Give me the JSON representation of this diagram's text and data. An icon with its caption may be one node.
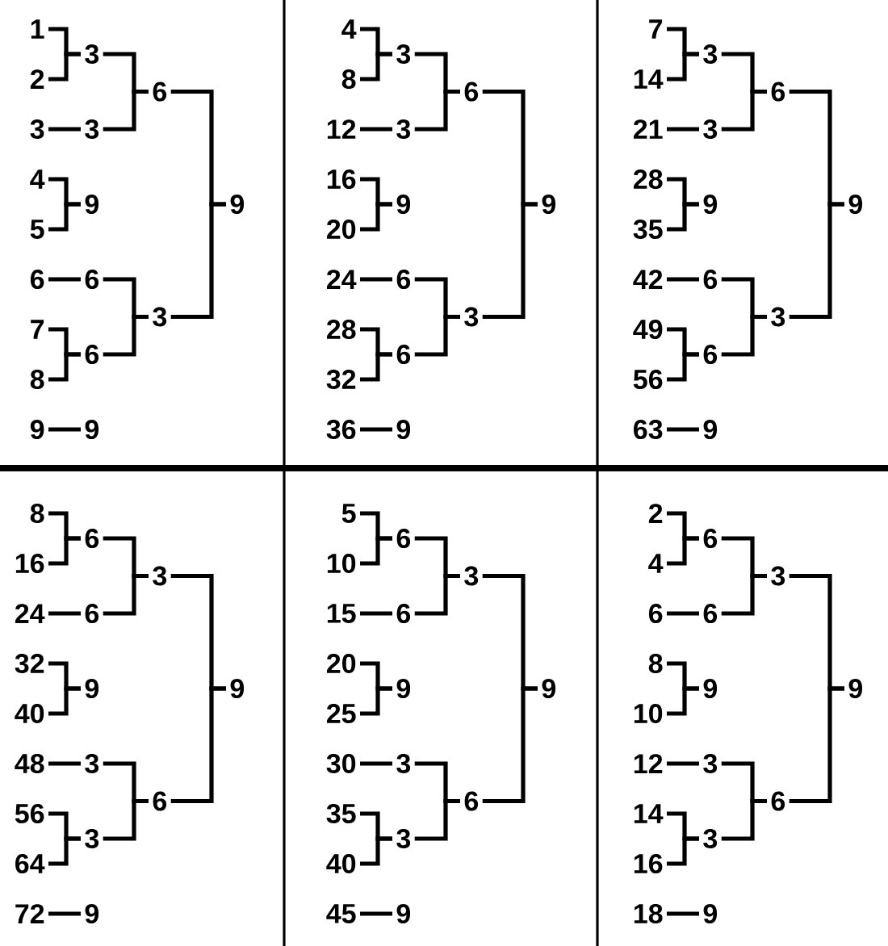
{
  "diagram": {
    "nodes": [
      {
        "text": [
          "1"
        ]
      },
      {
        "text": [
          "2"
        ]
      },
      {
        "text": [
          "3"
        ]
      },
      {
        "text": [
          "4"
        ]
      },
      {
        "text": [
          "5"
        ]
      },
      {
        "text": [
          "6"
        ]
      },
      {
        "text": [
          "7"
        ]
      },
      {
        "text": [
          "8"
        ]
      },
      {
        "text": [
          "9"
        ]
      },
      {
        "text": [
          "3"
        ]
      },
      {
        "text": [
          "3"
        ]
      },
      {
        "text": [
          "9"
        ]
      },
      {
        "text": [
          "6"
        ]
      },
      {
        "text": [
          "6"
        ]
      },
      {
        "text": [
          "9"
        ]
      },
      {
        "text": [
          "6"
        ]
      },
      {
        "text": [
          "3"
        ]
      },
      {
        "text": [
          "9"
        ]
      },
      {
        "text": [
          "4"
        ]
      },
      {
        "text": [
          "8"
        ]
      },
      {
        "text": [
          "12"
        ]
      },
      {
        "text": [
          "16"
        ]
      },
      {
        "text": [
          "20"
        ]
      },
      {
        "text": [
          "24"
        ]
      },
      {
        "text": [
          "28"
        ]
      },
      {
        "text": [
          "32"
        ]
      },
      {
        "text": [
          "36"
        ]
      },
      {
        "text": [
          "3"
        ]
      },
      {
        "text": [
          "3"
        ]
      },
      {
        "text": [
          "9"
        ]
      },
      {
        "text": [
          "6"
        ]
      },
      {
        "text": [
          "6"
        ]
      },
      {
        "text": [
          "9"
        ]
      },
      {
        "text": [
          "6"
        ]
      },
      {
        "text": [
          "3"
        ]
      },
      {
        "text": [
          "9"
        ]
      },
      {
        "text": [
          "7"
        ]
      },
      {
        "text": [
          "14"
        ]
      },
      {
        "text": [
          "21"
        ]
      },
      {
        "text": [
          "28"
        ]
      },
      {
        "text": [
          "35"
        ]
      },
      {
        "text": [
          "42"
        ]
      },
      {
        "text": [
          "49"
        ]
      },
      {
        "text": [
          "56"
        ]
      },
      {
        "text": [
          "63"
        ]
      },
      {
        "text": [
          "3"
        ]
      },
      {
        "text": [
          "3"
        ]
      },
      {
        "text": [
          "9"
        ]
      },
      {
        "text": [
          "6"
        ]
      },
      {
        "text": [
          "6"
        ]
      },
      {
        "text": [
          "9"
        ]
      },
      {
        "text": [
          "6"
        ]
      },
      {
        "text": [
          "3"
        ]
      },
      {
        "text": [
          "9"
        ]
      },
      {
        "text": [
          "8"
        ]
      },
      {
        "text": [
          "16"
        ]
      },
      {
        "text": [
          "24"
        ]
      },
      {
        "text": [
          "32"
        ]
      },
      {
        "text": [
          "40"
        ]
      },
      {
        "text": [
          "48"
        ]
      },
      {
        "text": [
          "56"
        ]
      },
      {
        "text": [
          "64"
        ]
      },
      {
        "text": [
          "72"
        ]
      },
      {
        "text": [
          "6"
        ]
      },
      {
        "text": [
          "6"
        ]
      },
      {
        "text": [
          "9"
        ]
      },
      {
        "text": [
          "3"
        ]
      },
      {
        "text": [
          "3"
        ]
      },
      {
        "text": [
          "9"
        ]
      },
      {
        "text": [
          "3"
        ]
      },
      {
        "text": [
          "6"
        ]
      },
      {
        "text": [
          "9"
        ]
      },
      {
        "text": [
          "5"
        ]
      },
      {
        "text": [
          "10"
        ]
      },
      {
        "text": [
          "15"
        ]
      },
      {
        "text": [
          "20"
        ]
      },
      {
        "text": [
          "25"
        ]
      },
      {
        "text": [
          "30"
        ]
      },
      {
        "text": [
          "35"
        ]
      },
      {
        "text": [
          "40"
        ]
      },
      {
        "text": [
          "45"
        ]
      },
      {
        "text": [
          "6"
        ]
      },
      {
        "text": [
          "6"
        ]
      },
      {
        "text": [
          "9"
        ]
      },
      {
        "text": [
          "3"
        ]
      },
      {
        "text": [
          "3"
        ]
      },
      {
        "text": [
          "9"
        ]
      },
      {
        "text": [
          "3"
        ]
      },
      {
        "text": [
          "6"
        ]
      },
      {
        "text": [
          "9"
        ]
      },
      {
        "text": [
          "2"
        ]
      },
      {
        "text": [
          "4"
        ]
      },
      {
        "text": [
          "6"
        ]
      },
      {
        "text": [
          "8"
        ]
      },
      {
        "text": [
          "10"
        ]
      },
      {
        "text": [
          "12"
        ]
      },
      {
        "text": [
          "14"
        ]
      },
      {
        "text": [
          "16"
        ]
      },
      {
        "text": [
          "18"
        ]
      },
      {
        "text": [
          "6"
        ]
      },
      {
        "text": [
          "6"
        ]
      },
      {
        "text": [
          "9"
        ]
      },
      {
        "text": [
          "3"
        ]
      },
      {
        "text": [
          "3"
        ]
      },
      {
        "text": [
          "9"
        ]
      },
      {
        "text": [
          "3"
        ]
      },
      {
        "text": [
          "6"
        ]
      },
      {
        "text": [
          "9"
        ]
      }
    ],
    "edges": [
      {
        "from": 0,
        "to": 9,
        "arrow": "none"
      },
      {
        "from": 1,
        "to": 9,
        "arrow": "none"
      },
      {
        "from": 2,
        "to": 10,
        "arrow": "none"
      },
      {
        "from": 3,
        "to": 11,
        "arrow": "none"
      },
      {
        "from": 4,
        "to": 11,
        "arrow": "none"
      },
      {
        "from": 5,
        "to": 12,
        "arrow": "none"
      },
      {
        "from": 6,
        "to": 13,
        "arrow": "none"
      },
      {
        "from": 7,
        "to": 13,
        "arrow": "none"
      },
      {
        "from": 8,
        "to": 14,
        "arrow": "none"
      },
      {
        "from": 9,
        "to": 15,
        "arrow": "none"
      },
      {
        "from": 10,
        "to": 15,
        "arrow": "none"
      },
      {
        "from": 12,
        "to": 16,
        "arrow": "none"
      },
      {
        "from": 13,
        "to": 16,
        "arrow": "none"
      },
      {
        "from": 15,
        "to": 17,
        "arrow": "none"
      },
      {
        "from": 16,
        "to": 17,
        "arrow": "none"
      },
      {
        "from": 18,
        "to": 27,
        "arrow": "none"
      },
      {
        "from": 19,
        "to": 27,
        "arrow": "none"
      },
      {
        "from": 20,
        "to": 28,
        "arrow": "none"
      },
      {
        "from": 21,
        "to": 29,
        "arrow": "none"
      },
      {
        "from": 22,
        "to": 29,
        "arrow": "none"
      },
      {
        "from": 23,
        "to": 30,
        "arrow": "none"
      },
      {
        "from": 24,
        "to": 31,
        "arrow": "none"
      },
      {
        "from": 25,
        "to": 31,
        "arrow": "none"
      },
      {
        "from": 26,
        "to": 32,
        "arrow": "none"
      },
      {
        "from": 27,
        "to": 33,
        "arrow": "none"
      },
      {
        "from": 28,
        "to": 33,
        "arrow": "none"
      },
      {
        "from": 30,
        "to": 34,
        "arrow": "none"
      },
      {
        "from": 31,
        "to": 34,
        "arrow": "none"
      },
      {
        "from": 33,
        "to": 35,
        "arrow": "none"
      },
      {
        "from": 34,
        "to": 35,
        "arrow": "none"
      },
      {
        "from": 36,
        "to": 45,
        "arrow": "none"
      },
      {
        "from": 37,
        "to": 45,
        "arrow": "none"
      },
      {
        "from": 38,
        "to": 46,
        "arrow": "none"
      },
      {
        "from": 39,
        "to": 47,
        "arrow": "none"
      },
      {
        "from": 40,
        "to": 47,
        "arrow": "none"
      },
      {
        "from": 41,
        "to": 48,
        "arrow": "none"
      },
      {
        "from": 42,
        "to": 49,
        "arrow": "none"
      },
      {
        "from": 43,
        "to": 49,
        "arrow": "none"
      },
      {
        "from": 44,
        "to": 50,
        "arrow": "none"
      },
      {
        "from": 45,
        "to": 51,
        "arrow": "none"
      },
      {
        "from": 46,
        "to": 51,
        "arrow": "none"
      },
      {
        "from": 48,
        "to": 52,
        "arrow": "none"
      },
      {
        "from": 49,
        "to": 52,
        "arrow": "none"
      },
      {
        "from": 51,
        "to": 53,
        "arrow": "none"
      },
      {
        "from": 52,
        "to": 53,
        "arrow": "none"
      },
      {
        "from": 54,
        "to": 63,
        "arrow": "none"
      },
      {
        "from": 55,
        "to": 63,
        "arrow": "none"
      },
      {
        "from": 56,
        "to": 64,
        "arrow": "none"
      },
      {
        "from": 57,
        "to": 65,
        "arrow": "none"
      },
      {
        "from": 58,
        "to": 65,
        "arrow": "none"
      },
      {
        "from": 59,
        "to": 66,
        "arrow": "none"
      },
      {
        "from": 60,
        "to": 67,
        "arrow": "none"
      },
      {
        "from": 61,
        "to": 67,
        "arrow": "none"
      },
      {
        "from": 62,
        "to": 68,
        "arrow": "none"
      },
      {
        "from": 63,
        "to": 69,
        "arrow": "none"
      },
      {
        "from": 64,
        "to": 69,
        "arrow": "none"
      },
      {
        "from": 66,
        "to": 70,
        "arrow": "none"
      },
      {
        "from": 67,
        "to": 70,
        "arrow": "none"
      },
      {
        "from": 69,
        "to": 71,
        "arrow": "none"
      },
      {
        "from": 70,
        "to": 71,
        "arrow": "none"
      },
      {
        "from": 72,
        "to": 81,
        "arrow": "none"
      },
      {
        "from": 73,
        "to": 81,
        "arrow": "none"
      },
      {
        "from": 74,
        "to": 82,
        "arrow": "none"
      },
      {
        "from": 75,
        "to": 83,
        "arrow": "none"
      },
      {
        "from": 76,
        "to": 83,
        "arrow": "none"
      },
      {
        "from": 77,
        "to": 84,
        "arrow": "none"
      },
      {
        "from": 78,
        "to": 85,
        "arrow": "none"
      },
      {
        "from": 79,
        "to": 85,
        "arrow": "none"
      },
      {
        "from": 80,
        "to": 86,
        "arrow": "none"
      },
      {
        "from": 81,
        "to": 87,
        "arrow": "none"
      },
      {
        "from": 82,
        "to": 87,
        "arrow": "none"
      },
      {
        "from": 84,
        "to": 88,
        "arrow": "none"
      },
      {
        "from": 85,
        "to": 88,
        "arrow": "none"
      },
      {
        "from": 87,
        "to": 89,
        "arrow": "none"
      },
      {
        "from": 88,
        "to": 89,
        "arrow": "none"
      },
      {
        "from": 90,
        "to": 99,
        "arrow": "none"
      },
      {
        "from": 91,
        "to": 99,
        "arrow": "none"
      },
      {
        "from": 92,
        "to": 100,
        "arrow": "none"
      },
      {
        "from": 93,
        "to": 101,
        "arrow": "none"
      },
      {
        "from": 94,
        "to": 101,
        "arrow": "none"
      },
      {
        "from": 95,
        "to": 102,
        "arrow": "none"
      },
      {
        "from": 96,
        "to": 103,
        "arrow": "none"
      },
      {
        "from": 97,
        "to": 103,
        "arrow": "none"
      },
      {
        "from": 98,
        "to": 104,
        "arrow": "none"
      },
      {
        "from": 99,
        "to": 105,
        "arrow": "none"
      },
      {
        "from": 100,
        "to": 105,
        "arrow": "none"
      },
      {
        "from": 102,
        "to": 106,
        "arrow": "none"
      },
      {
        "from": 103,
        "to": 106,
        "arrow": "none"
      },
      {
        "from": 105,
        "to": 107,
        "arrow": "none"
      },
      {
        "from": 106,
        "to": 107,
        "arrow": "none"
      }
    ]
  }
}
